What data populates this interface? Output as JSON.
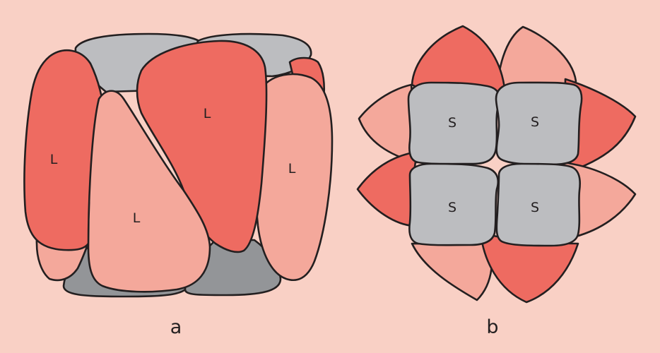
{
  "colors": {
    "background": "#f9d0c5",
    "large_dark": "#ee6b61",
    "large_light": "#f4a89b",
    "small_gray": "#bcbdc0",
    "small_dark_gray": "#939598",
    "outline": "#231f20"
  },
  "panel_a": {
    "label": "a",
    "subunit_labels": [
      "L",
      "L",
      "L",
      "L"
    ]
  },
  "panel_b": {
    "label": "b",
    "subunit_labels": [
      "S",
      "S",
      "S",
      "S"
    ]
  }
}
